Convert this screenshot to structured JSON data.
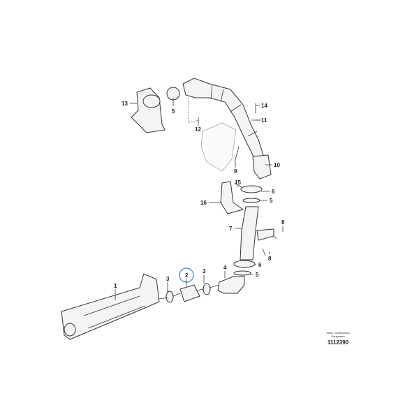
{
  "diagram": {
    "callouts": {
      "c13": "13",
      "c5a": "5",
      "c12": "12",
      "c14": "14",
      "c11": "11",
      "c10": "10",
      "c9": "9",
      "c15": "15",
      "c6a": "6",
      "c5b": "5",
      "c16": "16",
      "c8a": "8",
      "c7": "7",
      "c8b": "8",
      "c6b": "6",
      "c5c": "5",
      "c4": "4",
      "c3a": "3",
      "c2": "2",
      "c3b": "3",
      "c1": "1"
    },
    "highlight_color": "#5b8fd1"
  },
  "credit": {
    "line1": "Volvo Construction",
    "line2": "Equipment",
    "number": "1112390"
  }
}
